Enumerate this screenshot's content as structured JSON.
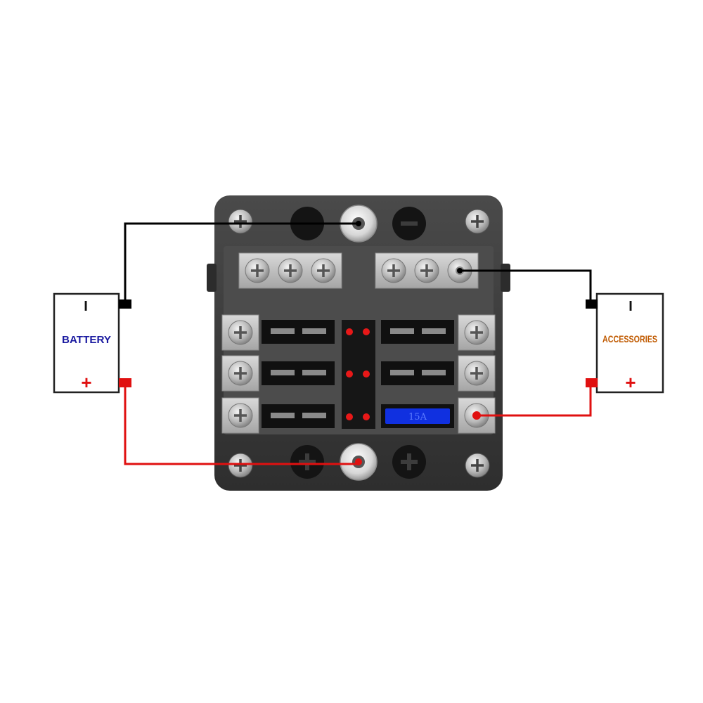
{
  "battery": {
    "label": "BATTERY",
    "neg_symbol": "I",
    "pos_symbol": "+"
  },
  "accessories": {
    "label": "ACCESSORIES",
    "neg_symbol": "I",
    "pos_symbol": "+"
  },
  "fuse_box": {
    "neg_symbol": "−",
    "installed_fuse_label": "15A",
    "fuse_slots": 6,
    "led_count": 6
  },
  "colors": {
    "positive_wire": "#e01010",
    "negative_wire": "#000000",
    "battery_text": "#1a1aa0",
    "accessories_text": "#c05a00",
    "fuse_blue": "#1030e0",
    "box_body": "#3a3a3a",
    "led_red": "#e81818"
  }
}
